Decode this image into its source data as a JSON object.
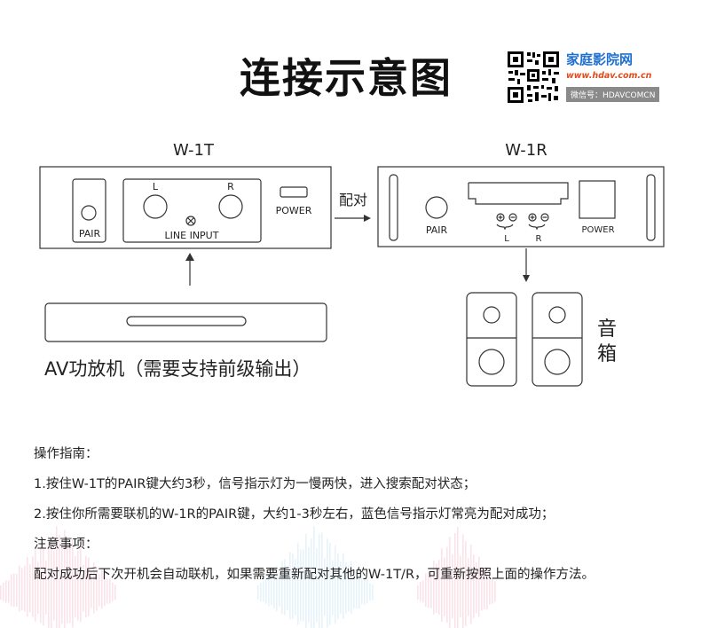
{
  "header": {
    "title": "连接示意图",
    "brand_name": "家庭影院网",
    "brand_url": "www.hdav.com.cn",
    "brand_wechat": "微信号：HDAVCOMCN"
  },
  "diagram": {
    "transmitter": {
      "name": "W-1T",
      "pair_label": "PAIR",
      "left_label": "L",
      "right_label": "R",
      "line_input_label": "LINE INPUT",
      "power_label": "POWER"
    },
    "pair_arrow_label": "配对",
    "receiver": {
      "name": "W-1R",
      "pair_label": "PAIR",
      "left_label": "L",
      "right_label": "R",
      "power_label": "POWER"
    },
    "amplifier_label": "AV功放机（需要支持前级输出）",
    "speakers_label": "音箱"
  },
  "instructions": {
    "heading": "操作指南：",
    "step1": "1.按住W-1T的PAIR键大约3秒，信号指示灯为一慢两快，进入搜索配对状态；",
    "step2": "2.按住你所需要联机的W-1R的PAIR键，大约1-3秒左右，蓝色信号指示灯常亮为配对成功；",
    "notes_heading": "注意事项：",
    "note1": "配对成功后下次开机会自动联机，如果需要重新配对其他的W-1T/R，可重新按照上面的操作方法。"
  },
  "colors": {
    "line": "#333333",
    "brand_blue": "#1e6fd0",
    "brand_red": "#e04a1a",
    "wave_red": "#f2b3bf",
    "wave_blue": "#b9dcf3"
  }
}
